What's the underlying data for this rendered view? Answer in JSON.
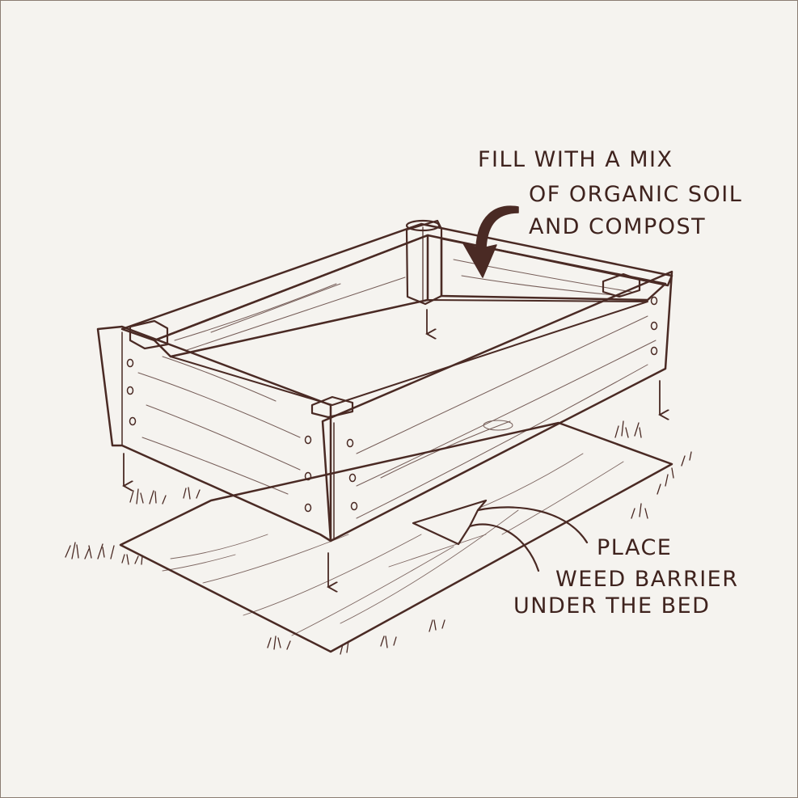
{
  "annotations": {
    "fill_soil": [
      "FILL WITH A MIX",
      "OF ORGANIC SOIL",
      "AND COMPOST"
    ],
    "weed_barrier": [
      "PLACE",
      "WEED BARRIER",
      "UNDER THE BED"
    ]
  },
  "colors": {
    "ink": "#4a2a24",
    "paper": "#f5f3ef",
    "frame": "#8b7d73"
  }
}
